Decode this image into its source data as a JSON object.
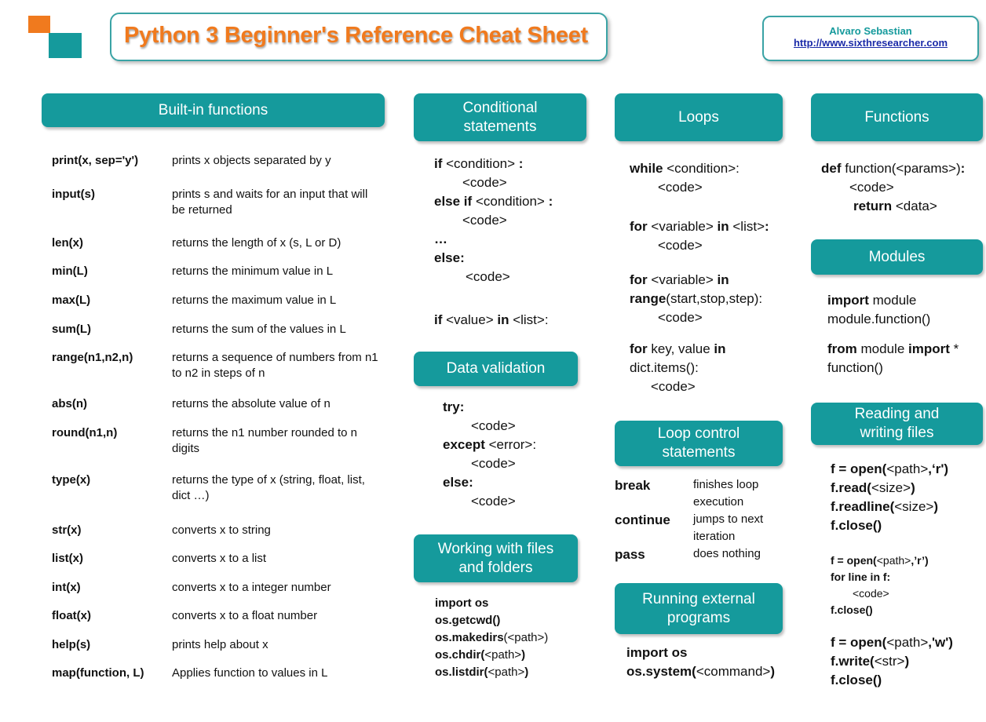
{
  "header": {
    "title": "Python 3 Beginner's Reference Cheat Sheet",
    "author": "Alvaro Sebastian",
    "url": "http://www.sixthresearcher.com"
  },
  "colors": {
    "accent": "#159a9c",
    "title": "#f07a1e",
    "link": "#1a2aa8"
  },
  "sections": {
    "builtin": {
      "title": "Built-in functions",
      "rows": [
        {
          "fn": "print(x, sep='y')",
          "desc": "prints x objects separated by y"
        },
        {
          "fn": "input(s)",
          "desc": "prints s and waits for an input that will be returned"
        },
        {
          "fn": "len(x)",
          "desc": "returns the length of x (s, L or D)"
        },
        {
          "fn": "min(L)",
          "desc": "returns the minimum value in L"
        },
        {
          "fn": "max(L)",
          "desc": "returns the maximum value in L"
        },
        {
          "fn": "sum(L)",
          "desc": "returns the sum of the values in L"
        },
        {
          "fn": "range(n1,n2,n)",
          "desc": "returns a sequence of numbers from n1 to n2 in steps of n"
        },
        {
          "fn": "abs(n)",
          "desc": "returns the absolute value of n"
        },
        {
          "fn": "round(n1,n)",
          "desc": "returns the n1 number rounded to n digits"
        },
        {
          "fn": "type(x)",
          "desc": "returns the type of x (string, float, list, dict …)"
        },
        {
          "fn": "str(x)",
          "desc": "converts x to string"
        },
        {
          "fn": "list(x)",
          "desc": "converts x to a list"
        },
        {
          "fn": "int(x)",
          "desc": "converts x to a integer number"
        },
        {
          "fn": "float(x)",
          "desc": "converts x to a float number"
        },
        {
          "fn": "help(s)",
          "desc": "prints help about x"
        },
        {
          "fn": "map(function, L)",
          "desc": "Applies function to values in L"
        }
      ]
    },
    "conditional": {
      "title": "Conditional statements",
      "if_kw": "if",
      "cond": "<condition>",
      "colon": ":",
      "code": "<code>",
      "elseif_kw": "else if",
      "ellipsis": "…",
      "else_kw": "else:",
      "value": "<value>",
      "in_kw": "in",
      "list_colon": "<list>:"
    },
    "validation": {
      "title": "Data validation",
      "try_kw": "try:",
      "code": "<code>",
      "except_kw": "except",
      "error": "<error>:",
      "else_kw": "else:"
    },
    "files": {
      "title": "Working with files and folders",
      "import_line": "import os",
      "getcwd": "os.getcwd()",
      "makedirs": "os.makedirs",
      "path_paren": "(<path>)",
      "chdir": "os.chdir(",
      "path": "<path>",
      "close_paren": ")",
      "listdir": "os.listdir("
    },
    "loops": {
      "title": "Loops",
      "while_kw": "while",
      "cond_colon": "<condition>:",
      "code": "<code>",
      "for_kw": "for",
      "variable": "<variable>",
      "in_kw": "in",
      "list": "<list>",
      "colon": ":",
      "range_kw": "range",
      "range_args": "(start,stop,step):",
      "kv": "key, value",
      "dict_items": "dict.items():"
    },
    "loop_control": {
      "title": "Loop control statements",
      "items": [
        {
          "kw": "break",
          "desc": "finishes loop execution"
        },
        {
          "kw": "continue",
          "desc": "jumps to next iteration"
        },
        {
          "kw": "pass",
          "desc": "does nothing"
        }
      ]
    },
    "external": {
      "title": "Running external programs",
      "import_line": "import os",
      "system": "os.system(",
      "command": "<command>",
      "close_paren": ")"
    },
    "functions": {
      "title": "Functions",
      "def_kw": "def",
      "signature": "function(<params>)",
      "colon": ":",
      "code": "<code>",
      "return_kw": "return",
      "data": "<data>"
    },
    "modules": {
      "title": "Modules",
      "import_kw": "import",
      "module": "module",
      "call": "module.function()",
      "from_kw": "from",
      "star": "*",
      "func_call": "function()"
    },
    "rw": {
      "title": "Reading and writing files",
      "open": "f = open(",
      "path": "<path>",
      "mode_r": ",‘r')",
      "read": "f.read(",
      "size": "<size>",
      "close_paren": ")",
      "readline": "f.readline(",
      "close": "f.close()",
      "mode_r2": ",’r’)",
      "for_line": "for line in f:",
      "code": "<code>",
      "mode_w": ",'w')",
      "write": "f.write(",
      "str": "<str>"
    }
  }
}
